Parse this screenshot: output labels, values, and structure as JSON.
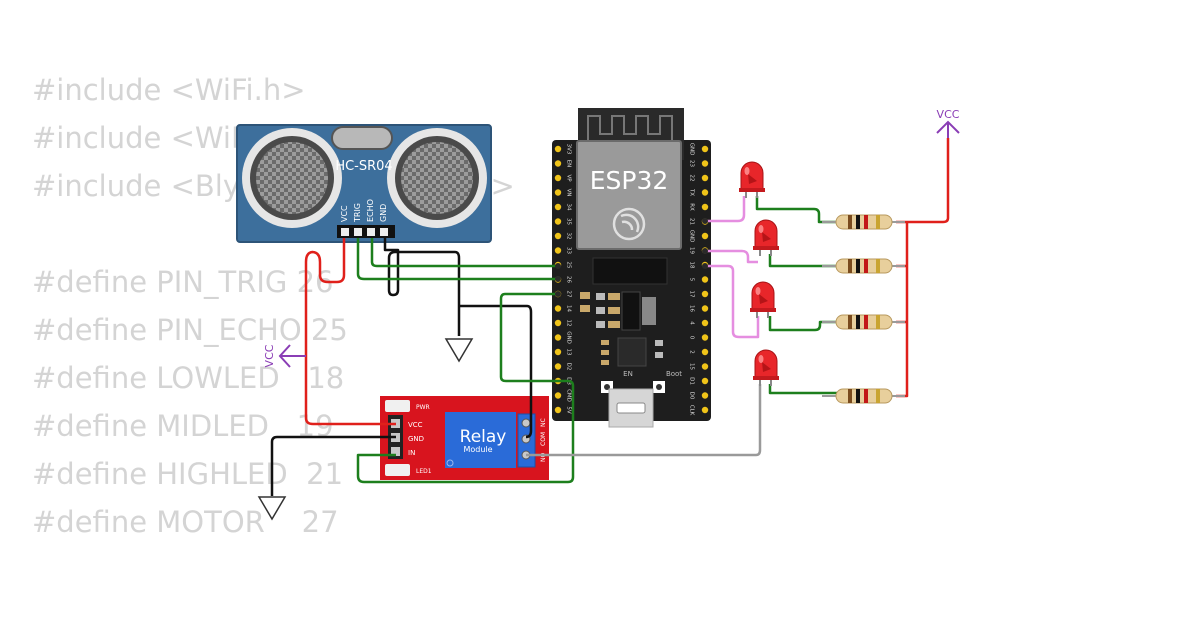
{
  "code_lines": [
    "#include <WiFi.h>",
    "#include <WiFiClient.h>",
    "#include <BlynkSimpleEsp32.h>",
    "",
    "#define PIN_TRIG 26",
    "#define PIN_ECHO 25",
    "#define LOWLED   18",
    "#define MIDLED   19",
    "#define HIGHLED  21",
    "#define MOTOR    27"
  ],
  "sensor": {
    "name": "HC-SR04",
    "pins": [
      "VCC",
      "TRIG",
      "ECHO",
      "GND"
    ]
  },
  "esp32": {
    "name": "ESP32",
    "left_pins": [
      "3V3",
      "EN",
      "VP",
      "VN",
      "34",
      "35",
      "32",
      "33",
      "25",
      "26",
      "27",
      "14",
      "12",
      "GND",
      "13",
      "D2",
      "D3",
      "CMD",
      "5V"
    ],
    "right_pins": [
      "GND",
      "23",
      "22",
      "TX",
      "RX",
      "21",
      "GND",
      "19",
      "18",
      "5",
      "17",
      "16",
      "4",
      "0",
      "2",
      "15",
      "D1",
      "D0",
      "CLK"
    ],
    "en_label": "EN",
    "boot_label": "Boot"
  },
  "relay": {
    "title": "Relay",
    "subtitle": "Module",
    "pins": [
      "VCC",
      "GND",
      "IN"
    ],
    "terminals": [
      "NO",
      "COM",
      "NC"
    ],
    "pwr_label": "PWR",
    "led_label": "LED1"
  },
  "vcc_labels": {
    "right": "VCC",
    "left": "VCC"
  },
  "colors": {
    "wire_red": "#e0201b",
    "wire_black": "#111111",
    "wire_green": "#1d7f1d",
    "wire_pink": "#e58ee0",
    "wire_gray": "#9a9a9a",
    "vcc_purple": "#8a3db5",
    "sensor_blue": "#3d6f9c",
    "board_black": "#1e1e1e",
    "relay_red": "#d8141e",
    "relay_blue": "#2a6bd8",
    "led_red": "#e8262a"
  }
}
